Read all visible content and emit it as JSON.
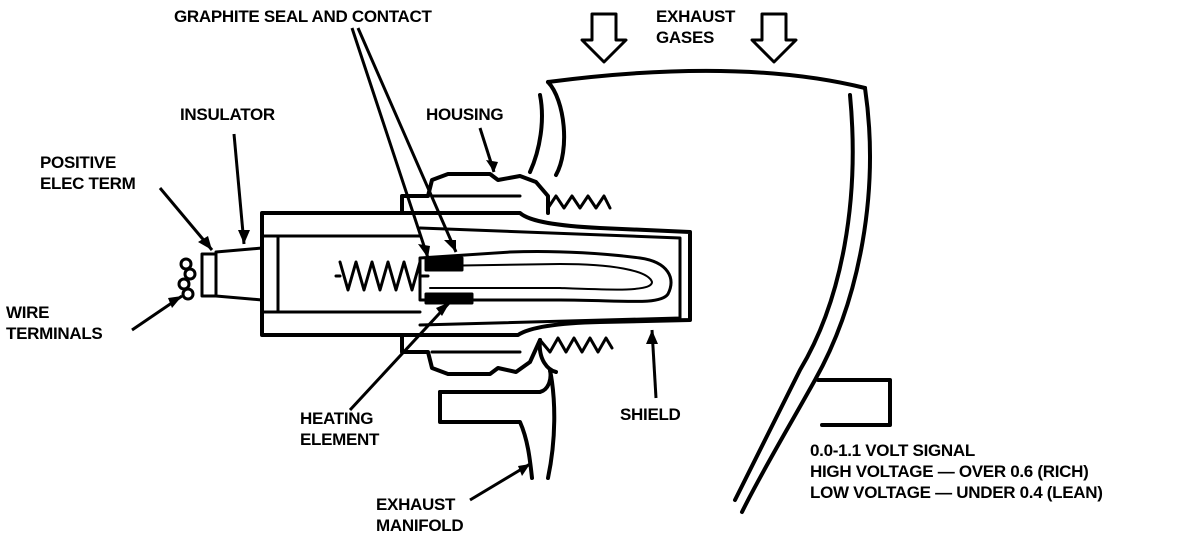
{
  "colors": {
    "ink": "#000000",
    "background": "#ffffff"
  },
  "labels": {
    "graphite_seal": "GRAPHITE SEAL AND CONTACT",
    "exhaust_gases": [
      "EXHAUST",
      "GASES"
    ],
    "insulator": "INSULATOR",
    "housing": "HOUSING",
    "positive_term": [
      "POSITIVE",
      "ELEC TERM"
    ],
    "wire_terminals": [
      "WIRE",
      "TERMINALS"
    ],
    "heating_element": [
      "HEATING",
      "ELEMENT"
    ],
    "shield": "SHIELD",
    "exhaust_manifold": [
      "EXHAUST",
      "MANIFOLD"
    ],
    "signal": [
      "0.0-1.1 VOLT SIGNAL",
      "HIGH VOLTAGE — OVER 0.6 (RICH)",
      "LOW VOLTAGE — UNDER 0.4 (LEAN)"
    ]
  }
}
